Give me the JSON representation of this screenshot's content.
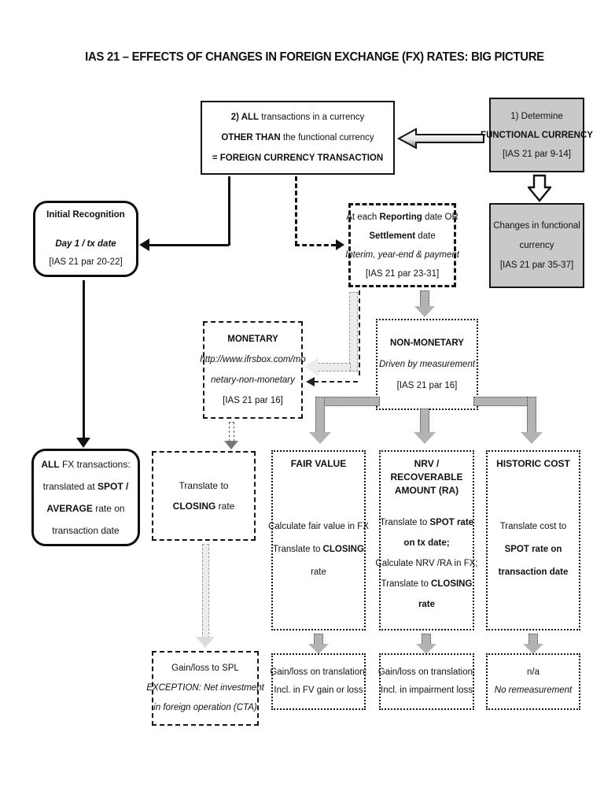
{
  "title": "IAS 21 – EFFECTS OF CHANGES IN FOREIGN EXCHANGE (FX) RATES: BIG PICTURE",
  "colors": {
    "gray_box_fill": "#c9c9c9",
    "gray_arrow": "#b3b3b3",
    "light_arrow": "#ececec"
  },
  "fx_transaction": {
    "l1b": "2) ALL",
    "l1": " transactions in a currency",
    "l2b": "OTHER THAN",
    "l2": " the functional currency",
    "l3b": "= FOREIGN CURRENCY TRANSACTION"
  },
  "determine_functional": {
    "line1": "1) Determine",
    "line2": "FUNCTIONAL CURRENCY",
    "line3": "[IAS 21 par 9-14]"
  },
  "changes_functional": {
    "line1": "Changes in functional",
    "line2": "currency",
    "line3": "[IAS 21 par 35-37]"
  },
  "initial_recognition": {
    "title": "Initial Recognition",
    "sub": "Day 1 / tx date",
    "ref": "[IAS 21 par 20-22]"
  },
  "reporting": {
    "l1a": "At each ",
    "l1b": "Reporting",
    "l1c": " date OR",
    "l2b": "Settlement",
    "l2c": " date",
    "l3": "Interim, year-end & payment",
    "ref": "[IAS 21 par 23-31]"
  },
  "monetary": {
    "title": "MONETARY",
    "url1": "http://www.ifrsbox.com/mo",
    "url2": "netary-non-monetary",
    "ref": "[IAS 21 par 16]"
  },
  "non_monetary": {
    "title": "NON-MONETARY",
    "sub": "Driven by measurement",
    "ref": "[IAS 21 par 16]"
  },
  "all_fx": {
    "l1b": "ALL",
    "l1": " FX transactions:",
    "l2": "translated at ",
    "l2b": "SPOT /",
    "l3b": "AVERAGE",
    "l3": " rate on",
    "l4": "transaction date"
  },
  "translate_closing": {
    "l1": "Translate to",
    "l2b": "CLOSING",
    "l2": " rate"
  },
  "fair_value": {
    "title": "FAIR VALUE",
    "l1": "Calculate fair value in FX",
    "l2": "Translate to ",
    "l2b": "CLOSING",
    "l3": "rate"
  },
  "nrv": {
    "title1": "NRV / RECOVERABLE",
    "title2": "AMOUNT (RA)",
    "l1": "Translate to ",
    "l1b": "SPOT rate",
    "l2b": "on tx date;",
    "l3": "Calculate NRV /RA in FX;",
    "l4": "Translate to ",
    "l4b": "CLOSING",
    "l5b": "rate"
  },
  "historic": {
    "title": "HISTORIC COST",
    "l1": "Translate cost to",
    "l2b": "SPOT rate on",
    "l3b": "transaction date"
  },
  "gain_spl": {
    "l1": "Gain/loss to SPL",
    "l2": "EXCEPTION: Net investment",
    "l3": "in foreign operation (CTA)"
  },
  "gain_fv": {
    "l1": "Gain/loss on translation:",
    "l2": "Incl. in FV gain or loss"
  },
  "gain_impairment": {
    "l1": "Gain/loss on translation:",
    "l2": "Incl. in impairment loss"
  },
  "na": {
    "l1": "n/a",
    "l2": "No remeasurement"
  }
}
